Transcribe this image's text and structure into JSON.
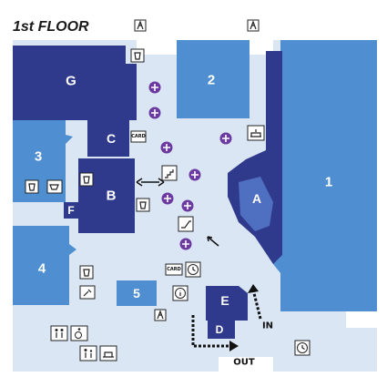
{
  "title": "1st FLOOR",
  "stores": {
    "g": "G",
    "two": "2",
    "one": "1",
    "three": "3",
    "four": "4",
    "five": "5",
    "a": "A",
    "b": "B",
    "c": "C",
    "d": "D",
    "e": "E",
    "f": "F"
  },
  "labels": {
    "in": "IN",
    "out": "OUT",
    "card": "CARD"
  },
  "colors": {
    "dark": "#2f3a8c",
    "mid": "#4f8fd1",
    "floor": "#dbe6f5",
    "marker": "#6a3aa0"
  },
  "icons": [
    "emergency-exit-icon",
    "trash-bin-icon",
    "atm-card-icon",
    "clock-icon",
    "info-icon",
    "restroom-icon",
    "wheelchair-icon",
    "family-restroom-icon",
    "nursing-room-icon",
    "escalator-icon",
    "stairs-icon",
    "microphone-icon",
    "concierge-icon",
    "compass-marker-icon"
  ]
}
